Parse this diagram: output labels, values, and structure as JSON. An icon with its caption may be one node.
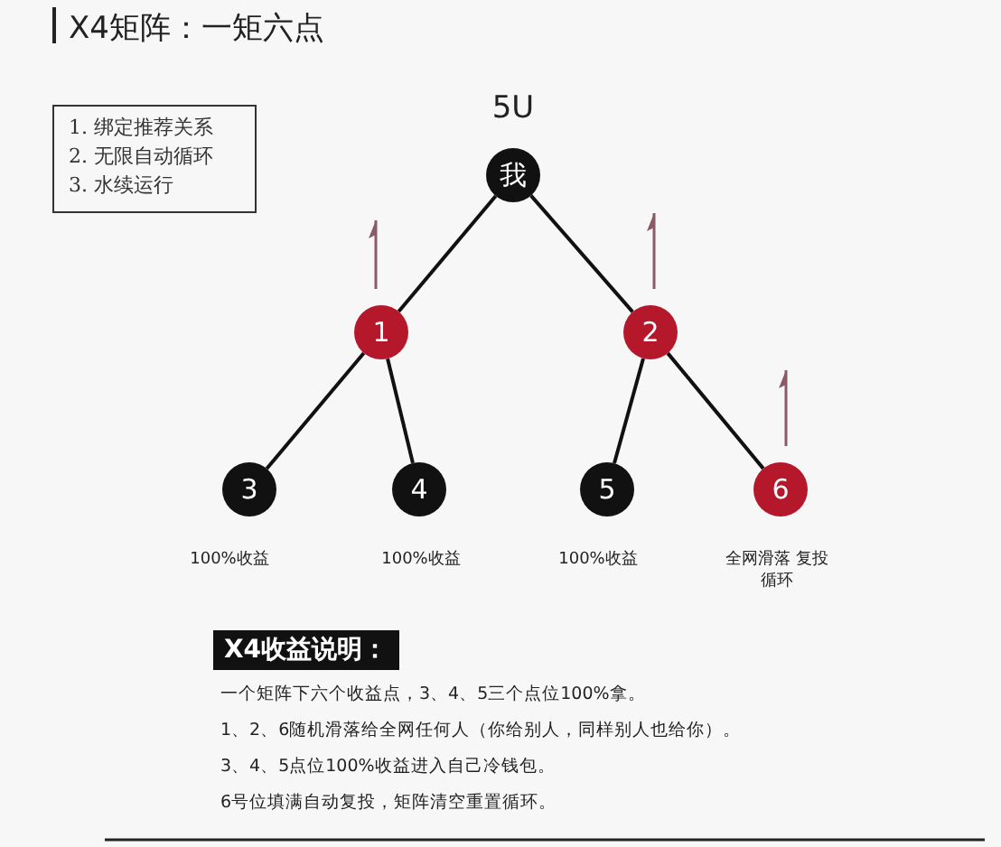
{
  "diagram": {
    "title": "X4矩阵：一矩六点",
    "nodes": [
      {
        "text": [
          "1. 绑定推荐关系",
          "2. 无限自动循环",
          "3. 水续运行"
        ]
      },
      {
        "text": [
          "我"
        ],
        "beside": [
          "5U"
        ]
      },
      {
        "text": [
          "1"
        ]
      },
      {
        "text": [
          "2"
        ]
      },
      {
        "text": [
          "3"
        ],
        "beside": [
          "100%收益"
        ]
      },
      {
        "text": [
          "4"
        ],
        "beside": [
          "100%收益"
        ]
      },
      {
        "text": [
          "5"
        ],
        "beside": [
          "100%收益"
        ]
      },
      {
        "text": [
          "6"
        ],
        "beside": [
          "全网滑落 复投循环"
        ]
      }
    ],
    "edges": [
      {
        "from": 1,
        "to": 2,
        "arrow": "none"
      },
      {
        "from": 1,
        "to": 3,
        "arrow": "none"
      },
      {
        "from": 2,
        "to": 4,
        "arrow": "none"
      },
      {
        "from": 2,
        "to": 5,
        "arrow": "none"
      },
      {
        "from": 3,
        "to": 6,
        "arrow": "none"
      },
      {
        "from": 3,
        "to": 7,
        "arrow": "none"
      }
    ],
    "labels": [
      "X4收益说明：",
      "一个矩阵下六个收益点，3、4、5三个点位100%拿。",
      "1、2、6随机滑落给全网任何人（你给别人，同样别人也给你）。",
      "3、4、5点位100%收益进入自己冷钱包。",
      "6号位填满自动复投，矩阵清空重置循环。"
    ]
  }
}
